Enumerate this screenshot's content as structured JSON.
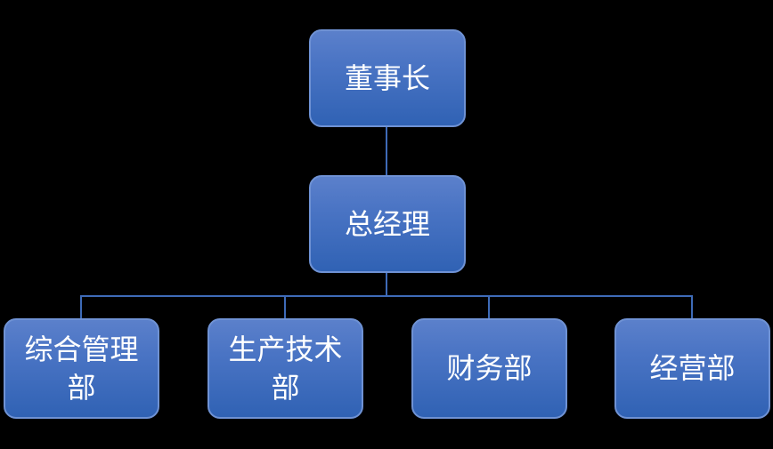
{
  "diagram": {
    "type": "org-chart",
    "colors": {
      "background": "#000000",
      "node_fill_top": "#5B80CB",
      "node_fill_bottom": "#3062B4",
      "node_border": "#6F92D4",
      "connector": "#3E6BB8",
      "text": "#FFFFFF"
    },
    "nodes": {
      "chairman": "董事长",
      "general_manager": "总经理",
      "departments": [
        "综合管理部",
        "生产技术部",
        "财务部",
        "经营部"
      ]
    },
    "hierarchy": {
      "root": "董事长",
      "root_child": "总经理",
      "leaf_parent": "总经理"
    }
  }
}
